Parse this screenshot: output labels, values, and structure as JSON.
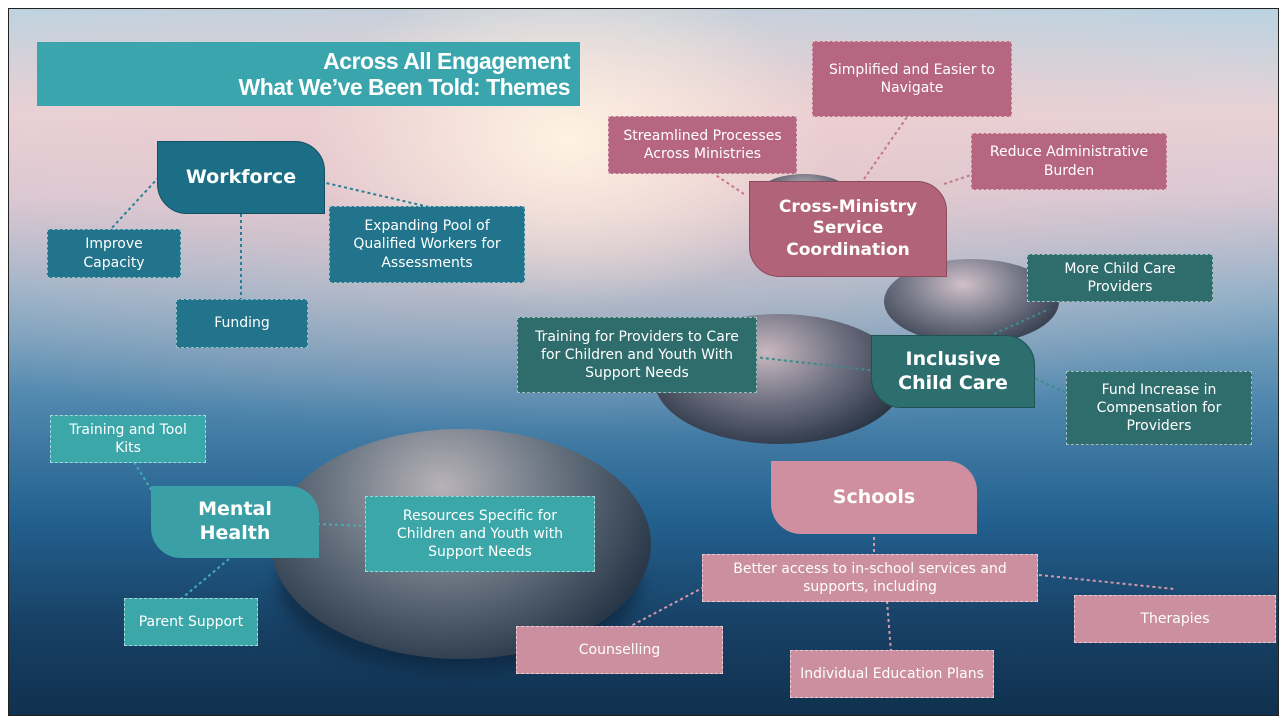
{
  "title": {
    "line1": "Across All Engagement",
    "line2": "What We’ve Been Told: Themes"
  },
  "themes": {
    "workforce": {
      "label": "Workforce",
      "items": [
        "Improve Capacity",
        "Funding",
        "Expanding Pool of Qualified Workers for Assessments"
      ]
    },
    "cross_ministry": {
      "label": "Cross-Ministry Service Coordination",
      "items": [
        "Streamlined Processes Across Ministries",
        "Simplified and Easier to Navigate",
        "Reduce Administrative Burden"
      ]
    },
    "inclusive_child_care": {
      "label": "Inclusive Child Care",
      "items": [
        "Training for Providers to Care for Children and Youth With Support Needs",
        "More Child Care Providers",
        "Fund Increase in Compensation for Providers"
      ]
    },
    "mental_health": {
      "label": "Mental Health",
      "items": [
        "Training and Tool Kits",
        "Resources Specific for Children and Youth with Support Needs",
        "Parent Support"
      ]
    },
    "schools": {
      "label": "Schools",
      "main_item": "Better access to in-school services and supports, including",
      "items": [
        "Counselling",
        "Individual Education Plans",
        "Therapies"
      ]
    }
  },
  "colors": {
    "title_bar": "#3aa5ac",
    "workforce": "#1c6e86",
    "cross_ministry": "#b16379",
    "inclusive_child_care": "#2d6f6f",
    "mental_health": "#3aa0a5",
    "schools": "#cf8fa1"
  }
}
